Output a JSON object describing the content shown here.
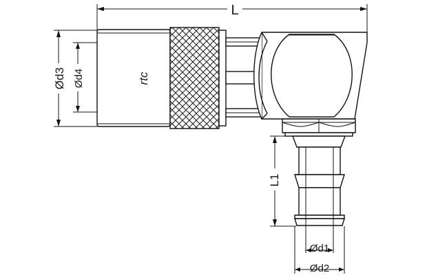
{
  "diagram": {
    "dimensions": {
      "L": "L",
      "L1": "L1",
      "d1": "Ød1",
      "d2": "Ød2",
      "d3": "Ød3",
      "d4": "Ød4"
    },
    "logo_text": "rtc",
    "colors": {
      "line": "#111111",
      "background": "#ffffff"
    }
  }
}
